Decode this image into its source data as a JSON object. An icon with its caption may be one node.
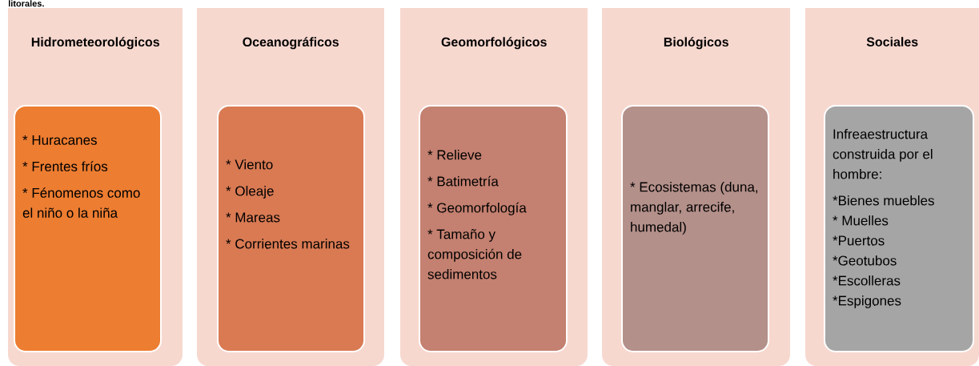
{
  "diagram": {
    "nodes": [
      {
        "text": [
          "Hidrometeorológicos"
        ]
      },
      {
        "text": [
          "* Huracanes",
          "* Frentes fríos",
          "* Fénomenos como el niño o la niña"
        ],
        "in": 0
      },
      {
        "text": [
          "Oceanográficos"
        ]
      },
      {
        "text": [
          "* Viento",
          "* Oleaje",
          "* Mareas",
          "* Corrientes marinas"
        ],
        "in": 2
      },
      {
        "text": [
          "Geomorfológicos"
        ]
      },
      {
        "text": [
          "* Relieve",
          "* Batimetría",
          "* Geomorfología",
          "* Tamaño y composición de sedimentos"
        ],
        "in": 4
      },
      {
        "text": [
          "Biológicos"
        ]
      },
      {
        "text": [
          "* Ecosistemas (duna, manglar, arrecife, humedal)"
        ],
        "in": 6
      },
      {
        "text": [
          "Sociales"
        ]
      },
      {
        "text": [
          "Infreaestructura construida por el hombre:",
          "*Bienes muebles",
          "* Muelles",
          "*Puertos",
          "*Geotubos",
          "*Escolleras",
          "*Espigones"
        ],
        "in": 8
      }
    ],
    "labels": [
      "litorales."
    ]
  }
}
